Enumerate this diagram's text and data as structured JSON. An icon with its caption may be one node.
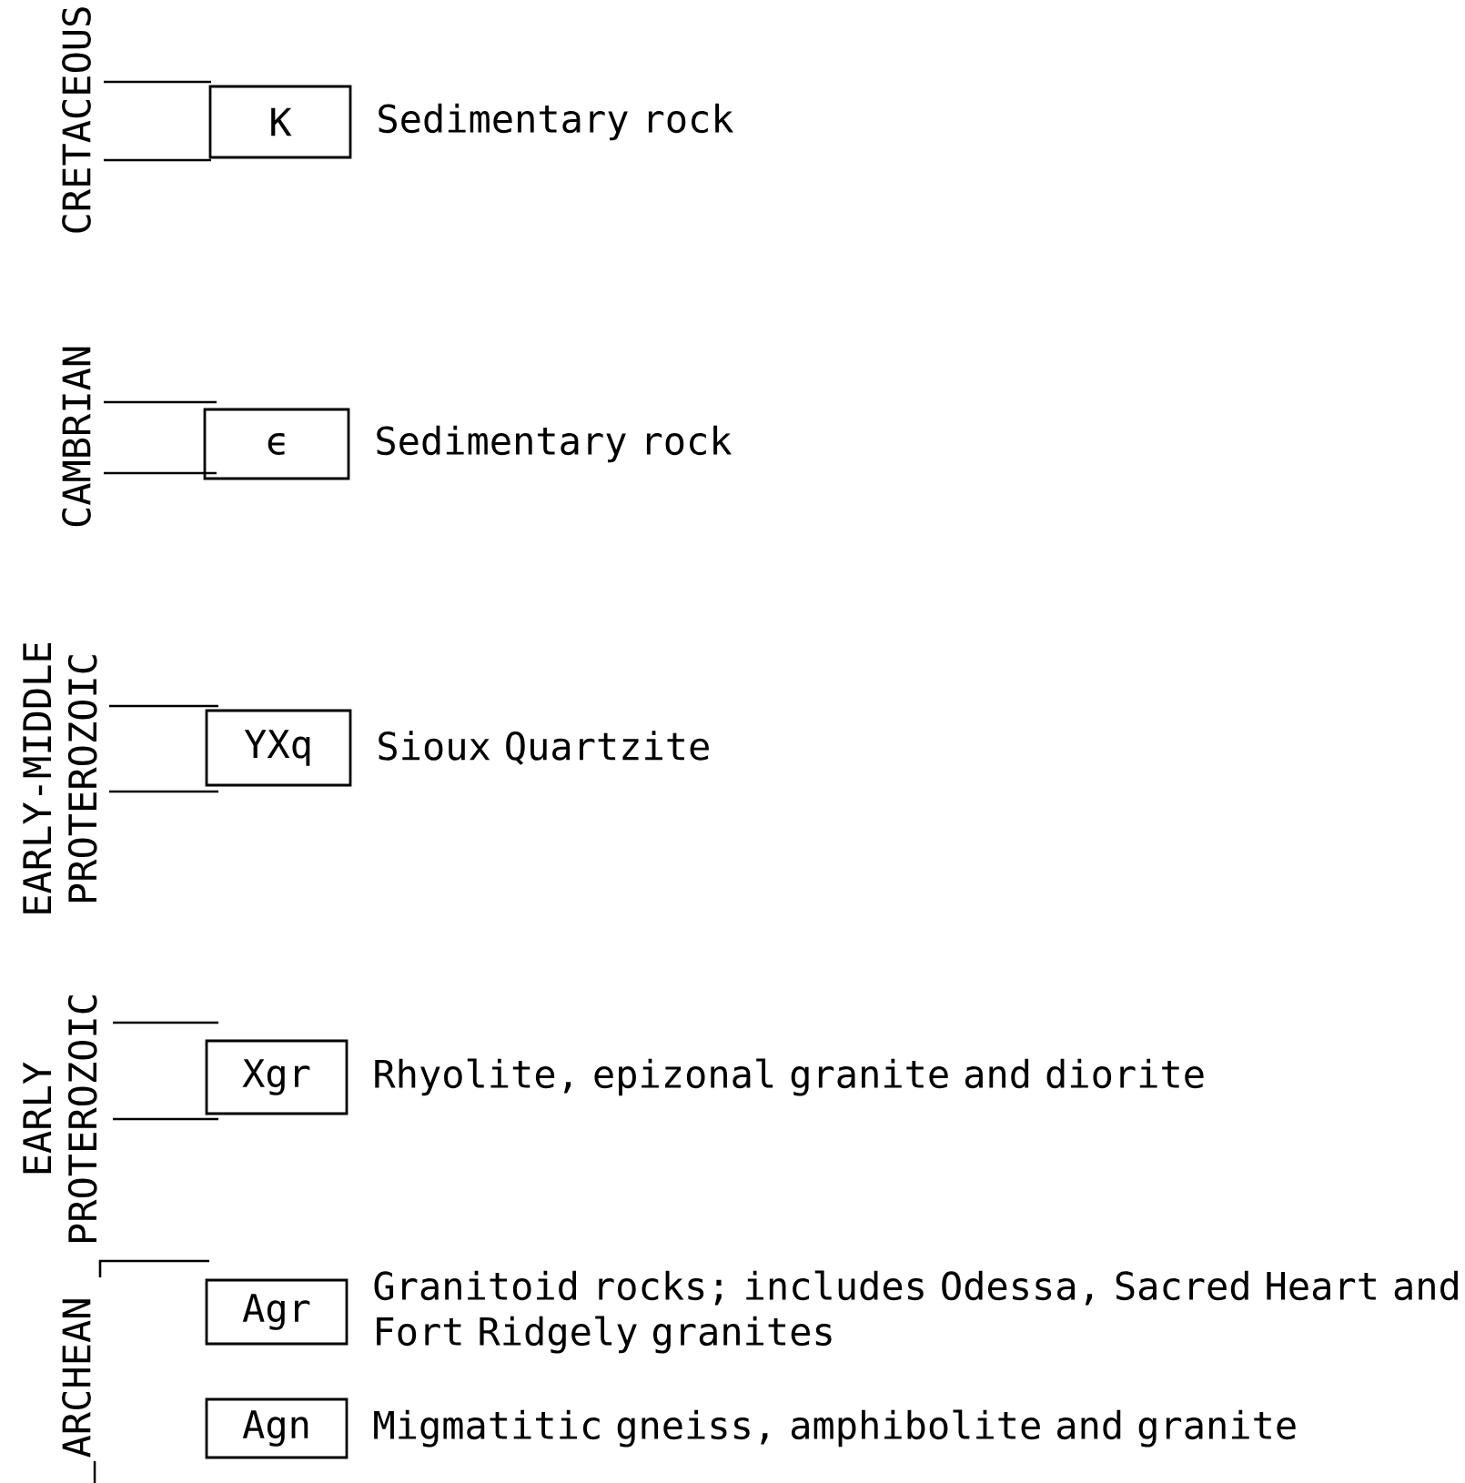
{
  "diagram": {
    "nodes": [
      {
        "text": [
          "K"
        ],
        "beside": [
          "Sedimentary rock"
        ]
      },
      {
        "text": [
          "ϵ"
        ],
        "beside": [
          "Sedimentary rock"
        ]
      },
      {
        "text": [
          "YXq"
        ],
        "beside": [
          "Sioux Quartzite"
        ]
      },
      {
        "text": [
          "Xgr"
        ],
        "beside": [
          "Rhyolite, epizonal granite and diorite"
        ]
      },
      {
        "text": [
          "Agr"
        ],
        "beside": [
          "Granitoid rocks; includes Odessa, Sacred Heart and Fort Ridgely granites"
        ]
      },
      {
        "text": [
          "Agn"
        ],
        "beside": [
          "Migmatitic gneiss, amphibolite and granite"
        ]
      }
    ],
    "labels": [
      "CRETACEOUS",
      "CAMBRIAN",
      "EARLY-MIDDLE PROTEROZOIC",
      "EARLY PROTEROZOIC",
      "ARCHEAN"
    ]
  }
}
